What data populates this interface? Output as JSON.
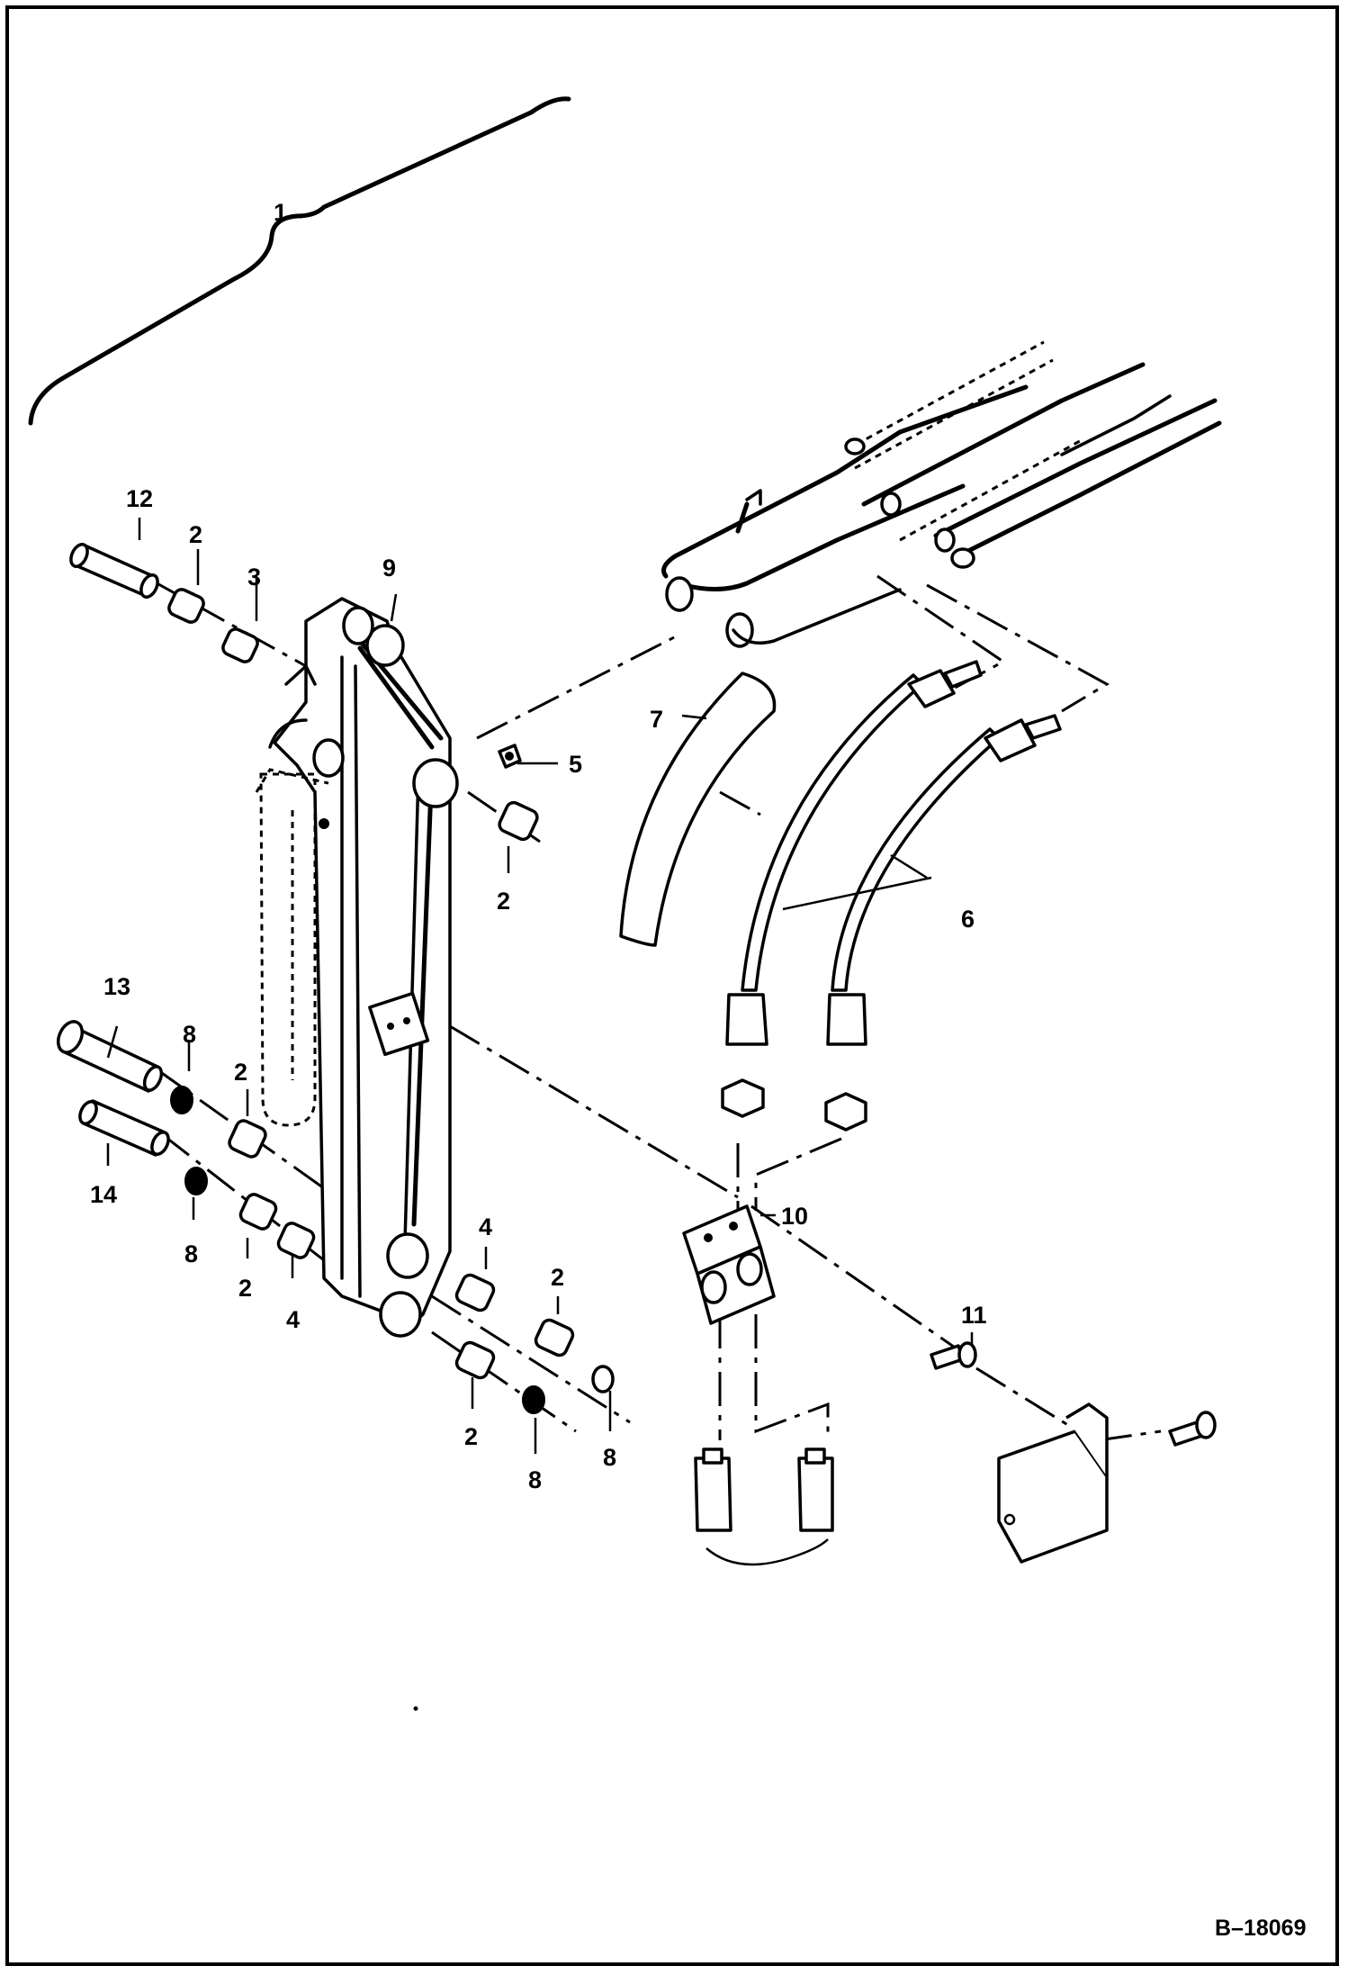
{
  "document_id": "B–18069",
  "callouts": [
    "1",
    "2",
    "3",
    "4",
    "5",
    "6",
    "7",
    "8",
    "9",
    "10",
    "11",
    "12",
    "13",
    "14"
  ],
  "callout_instances": {
    "c1": "1",
    "c12": "12",
    "c2a": "2",
    "c3": "3",
    "c9": "9",
    "c5": "5",
    "c2b": "2",
    "c7": "7",
    "c6": "6",
    "c13": "13",
    "c8a": "8",
    "c2c": "2",
    "c14": "14",
    "c8b": "8",
    "c2d": "2",
    "c4a": "4",
    "c4b": "4",
    "c2e": "2",
    "c2f": "2",
    "c8c": "8",
    "c8d": "8",
    "c10": "10",
    "c11": "11"
  }
}
